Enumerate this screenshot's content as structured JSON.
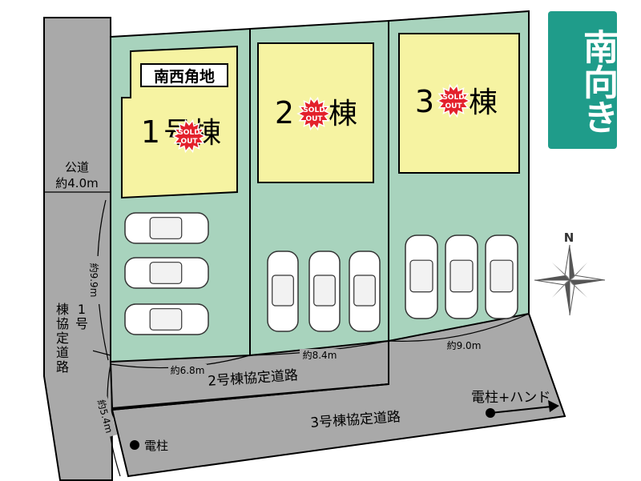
{
  "lots": [
    {
      "number": "1",
      "suffix": "号棟",
      "sold": true,
      "corner_label": "南西角地"
    },
    {
      "number": "2",
      "suffix": "棟",
      "sold": true
    },
    {
      "number": "3",
      "suffix": "棟",
      "sold": true
    }
  ],
  "sold_badge": {
    "line1": "SOLD",
    "line2": "OUT"
  },
  "orientation_badge": "南向き",
  "compass": {
    "north": "N"
  },
  "roads": {
    "public": {
      "line1": "公道",
      "line2": "約4.0m"
    },
    "lot1_access": "1号棟協定道路",
    "lot2_access": "2号棟協定道路",
    "lot3_access": "3号棟協定道路"
  },
  "dimensions": {
    "lot1_side": "約9.9m",
    "lot1_front": "約6.8m",
    "lot2_front": "約8.4m",
    "lot3_front": "約9.0m",
    "road_width": "約5.4m"
  },
  "utility": {
    "pole": "電柱",
    "pole_hand": "電柱+ハンド"
  },
  "colors": {
    "lot_green": "#a8d3bd",
    "building_yellow": "#f6f3a2",
    "road_gray": "#a9a9a9",
    "sold_red": "#e3212b",
    "badge_teal": "#1f9c8a"
  }
}
